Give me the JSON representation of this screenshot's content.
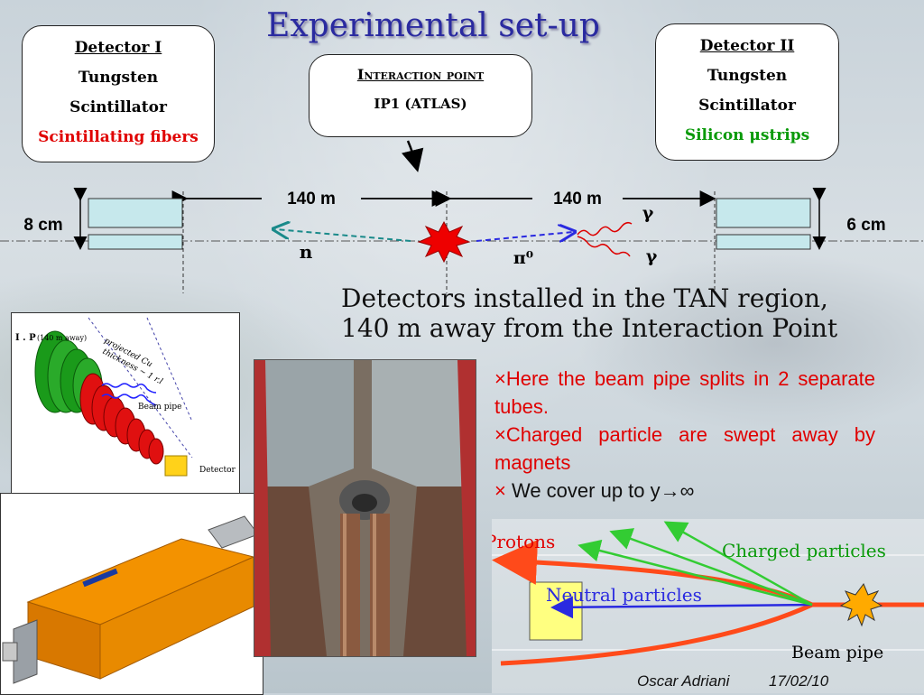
{
  "title": "Experimental set-up",
  "detector1": {
    "head": "Detector I",
    "line1": "Tungsten",
    "line2": "Scintillator",
    "line3": "Scintillating fibers"
  },
  "detector2": {
    "head": "Detector II",
    "line1": "Tungsten",
    "line2": "Scintillator",
    "line3": "Silicon μstrips"
  },
  "interaction": {
    "head": "Interaction point",
    "sub": "IP1 (ATLAS)"
  },
  "schematic": {
    "dist_left": "140 m",
    "dist_right": "140 m",
    "size_left": "8 cm",
    "size_right": "6 cm",
    "neutron": "n",
    "pion": "π⁰",
    "gamma1": "γ",
    "gamma2": "γ"
  },
  "main_text": "Detectors installed in the TAN region, 140 m away from the Interaction Point",
  "bullets": [
    {
      "mark": "×",
      "text": "Here the beam pipe splits in 2 separate tubes."
    },
    {
      "mark": "×",
      "text": "Charged particle are swept away by magnets"
    },
    {
      "mark": "×",
      "text": " We cover up to y→∞"
    }
  ],
  "sketch": {
    "ip": "I . P",
    "dist": "(140 m away)",
    "cu1": "projected Cu",
    "cu2": "thickness ~ 1 r.l",
    "beampipe": "Beam pipe",
    "detector": "Detector"
  },
  "beam_diagram": {
    "protons": "Protons",
    "charged": "Charged particles",
    "neutral": "Neutral particles",
    "beampipe": "Beam pipe"
  },
  "footer": {
    "author": "Oscar Adriani",
    "date": "17/02/10"
  },
  "colors": {
    "title": "#2a2aa0",
    "red": "#e00000",
    "green": "#0a9a0a",
    "blue": "#2a2ae0",
    "orange": "#ff4a1a"
  }
}
